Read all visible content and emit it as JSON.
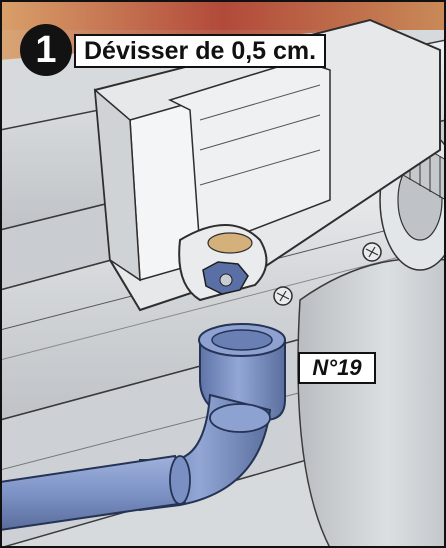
{
  "step": {
    "number": "1",
    "instruction": "Dévisser de 0,5 cm."
  },
  "tool": {
    "label": "N°19"
  },
  "colors": {
    "wrench": "#7f96c8",
    "metal": "#d6d9dc",
    "outline": "#3a3a3a",
    "background_top": "#c8905a"
  }
}
